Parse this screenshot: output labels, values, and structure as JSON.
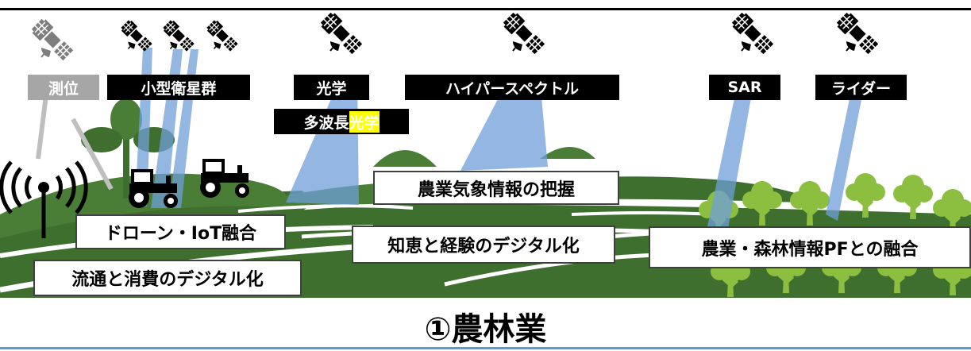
{
  "colors": {
    "ground": "#3f6f2f",
    "ground_dark": "#2e5a24",
    "beam": "#6f9fd8",
    "tree": "#8cbf40",
    "tree_trunk": "#4c8a2c",
    "gray": "#a6a6a6",
    "highlight": "#ffff00",
    "divider": "#5b9bd5"
  },
  "labels": {
    "positioning": "測位",
    "small_sats": "小型衛星群",
    "optical": "光学",
    "hyperspectral": "ハイパースペクトル",
    "sar": "SAR",
    "lidar": "ライダー",
    "multispectral_prefix": "多波長",
    "multispectral_highlight": "光学"
  },
  "boxes": {
    "weather": "農業気象情報の把握",
    "drone_iot": "ドローン・IoT融合",
    "wisdom": "知恵と経験のデジタル化",
    "platform": "農業・森林情報PFとの融合",
    "distribution": "流通と消費のデジタル化"
  },
  "title": "①農林業",
  "icons": {
    "satellite": "satellite-icon",
    "antenna": "radio-antenna-icon",
    "tractor": "tractor-icon",
    "tree": "tree-icon",
    "plant": "plant-icon"
  }
}
